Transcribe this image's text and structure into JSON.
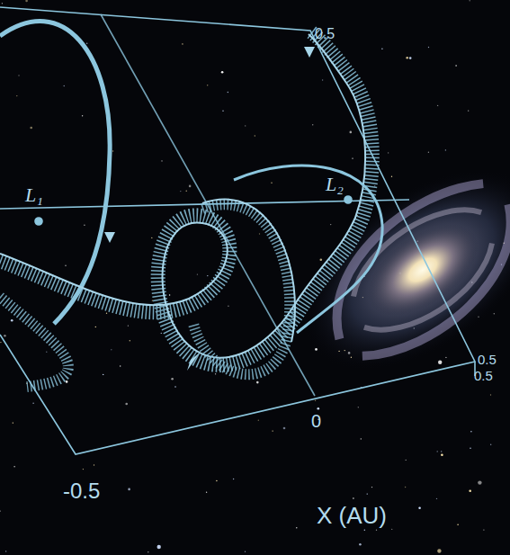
{
  "diagram": {
    "labels": [
      "0.5",
      "L₁",
      "L₂",
      "0.5",
      "0.5",
      "0",
      "-0.5",
      "X (AU)"
    ]
  }
}
